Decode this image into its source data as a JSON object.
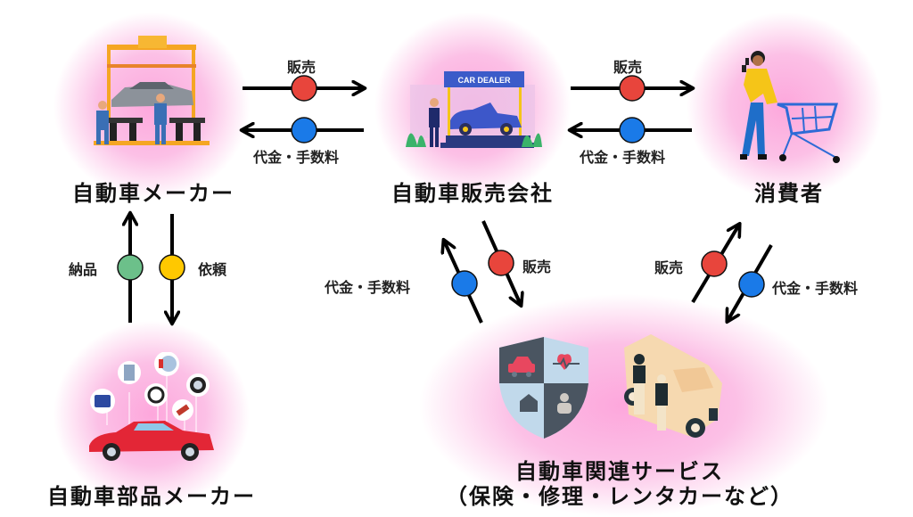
{
  "nodes": {
    "maker": {
      "title": "自動車メーカー",
      "illustration": "car-assembly-line-illustration"
    },
    "dealer": {
      "title": "自動車販売会社",
      "illustration": "car-dealer-illustration",
      "sign": "CAR DEALER"
    },
    "consumer": {
      "title": "消費者",
      "illustration": "shopper-with-cart-illustration"
    },
    "parts_maker": {
      "title": "自動車部品メーカー",
      "illustration": "car-parts-illustration"
    },
    "services": {
      "title_line1": "自動車関連サービス",
      "title_line2": "（保険・修理・レンタカーなど）",
      "illustration": "insurance-shield-and-rental-car-illustration"
    }
  },
  "flows": [
    {
      "id": "maker-to-dealer",
      "label": "販売",
      "dot_color": "#e8453c"
    },
    {
      "id": "dealer-to-maker",
      "label": "代金・手数料",
      "dot_color": "#1a7ae8"
    },
    {
      "id": "dealer-to-consumer",
      "label": "販売",
      "dot_color": "#e8453c"
    },
    {
      "id": "consumer-to-dealer",
      "label": "代金・手数料",
      "dot_color": "#1a7ae8"
    },
    {
      "id": "parts-to-maker",
      "label": "納品",
      "dot_color": "#6cc08a"
    },
    {
      "id": "maker-to-parts",
      "label": "依頼",
      "dot_color": "#ffc800"
    },
    {
      "id": "services-to-dealer",
      "label": "代金・手数料",
      "dot_color": "#1a7ae8"
    },
    {
      "id": "dealer-to-services",
      "label": "販売",
      "dot_color": "#e8453c"
    },
    {
      "id": "services-to-consumer",
      "label": "販売",
      "dot_color": "#e8453c"
    },
    {
      "id": "consumer-to-services",
      "label": "代金・手数料",
      "dot_color": "#1a7ae8"
    }
  ]
}
